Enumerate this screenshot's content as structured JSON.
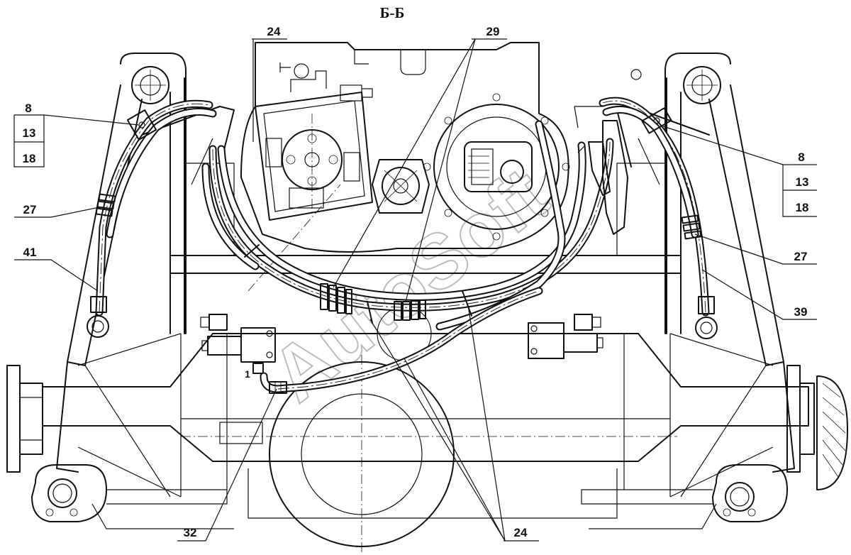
{
  "section_title": "Б-Б",
  "watermark": "AutoSoft",
  "callouts": {
    "c24_top": "24",
    "c29": "29",
    "c8_left": "8",
    "c13_left": "13",
    "c18_left": "18",
    "c27_left": "27",
    "c41": "41",
    "c8_right": "8",
    "c13_right": "13",
    "c18_right": "18",
    "c27_right": "27",
    "c39": "39",
    "c32": "32",
    "c24_bottom": "24",
    "port_label": "1"
  }
}
